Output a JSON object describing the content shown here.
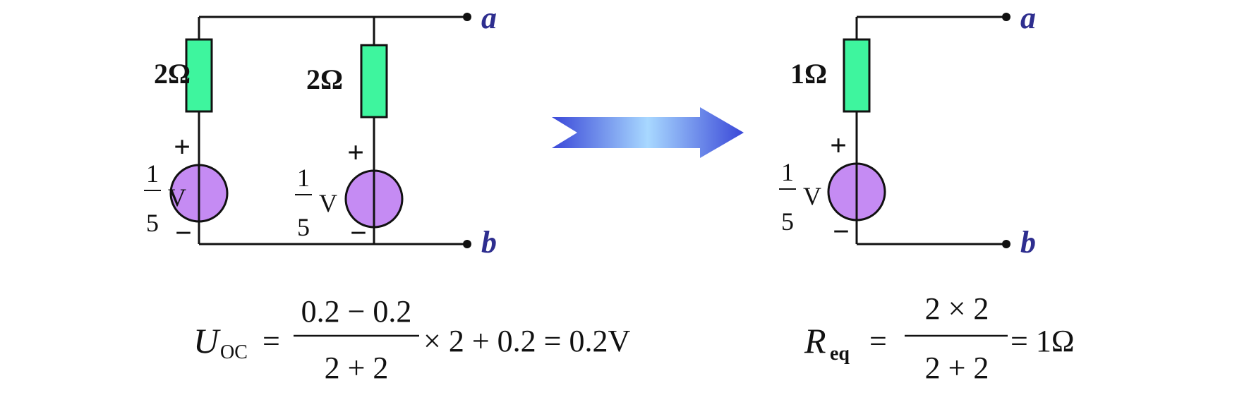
{
  "colors": {
    "wire": "#111111",
    "resistor_fill": "#3ef59e",
    "source_fill": "#c58bf3",
    "terminal_label": "#2e2e8f",
    "arrow_dark": "#3a48d8",
    "arrow_light": "#a8d8ff"
  },
  "left_circuit": {
    "resistor1_label": "2Ω",
    "resistor2_label": "2Ω",
    "source1": {
      "plus": "+",
      "minus": "−",
      "num": "1",
      "den": "5",
      "unit": "V"
    },
    "source2": {
      "plus": "+",
      "minus": "−",
      "num": "1",
      "den": "5",
      "unit": "V"
    },
    "terminal_a": "a",
    "terminal_b": "b"
  },
  "right_circuit": {
    "resistor_label": "1Ω",
    "source": {
      "plus": "+",
      "minus": "−",
      "num": "1",
      "den": "5",
      "unit": "V"
    },
    "terminal_a": "a",
    "terminal_b": "b"
  },
  "equation_uoc": {
    "symbol": "U",
    "subscript": "OC",
    "equals": "=",
    "numerator": "0.2 − 0.2",
    "denominator": "2 + 2",
    "rest": "× 2 + 0.2 = 0.2V"
  },
  "equation_req": {
    "symbol": "R",
    "subscript": "eq",
    "equals": "=",
    "numerator": "2 × 2",
    "denominator": "2 + 2",
    "rest": "= 1Ω"
  }
}
